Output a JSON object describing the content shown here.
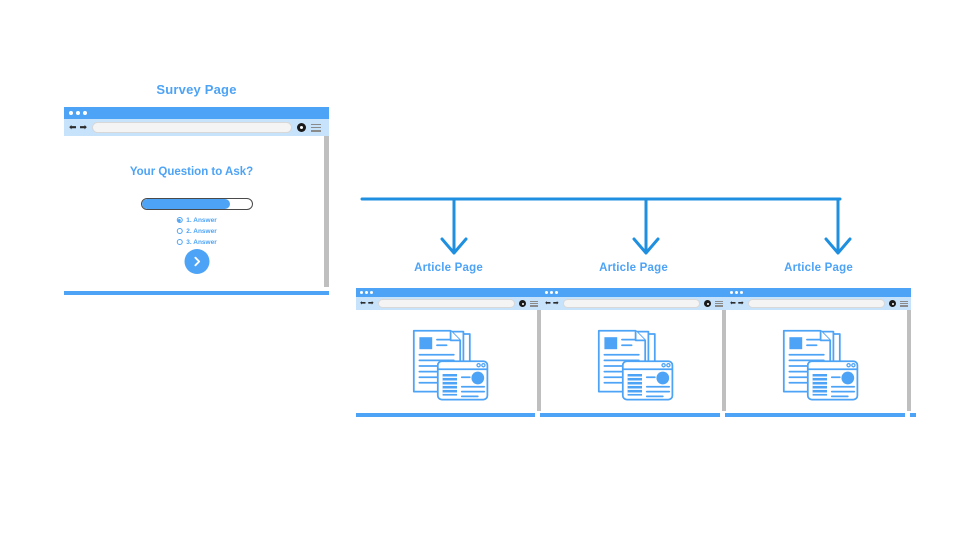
{
  "colors": {
    "primary_blue": "#4da3f5",
    "connector_blue": "#1f8fe0",
    "toolbar_blue": "#c7e2fb",
    "scrollbar_grey": "#bfbfbf",
    "background": "#ffffff"
  },
  "survey": {
    "label": "Survey Page",
    "browser": {
      "url_value": "",
      "url_placeholder": "",
      "back_icon": "back-arrow-icon",
      "forward_icon": "forward-arrow-icon",
      "account_icon": "account-circle-icon",
      "menu_icon": "hamburger-menu-icon",
      "window_dots": 3
    },
    "heading": "Your Question to Ask?",
    "progress_percent": 80,
    "options": [
      {
        "label": "1. Answer",
        "selected": true
      },
      {
        "label": "2. Answer",
        "selected": false
      },
      {
        "label": "3. Answer",
        "selected": false
      }
    ],
    "next_button": {
      "icon": "chevron-right-icon",
      "label": ""
    }
  },
  "flow": {
    "branch_count": 3,
    "arrow_icon": "arrow-down-icon"
  },
  "articles": [
    {
      "label": "Article Page",
      "browser": {
        "url_value": "",
        "back_icon": "back-arrow-icon",
        "forward_icon": "forward-arrow-icon",
        "account_icon": "account-circle-icon",
        "menu_icon": "hamburger-menu-icon",
        "window_dots": 3
      },
      "illustration": "article-documents-illustration"
    },
    {
      "label": "Article Page",
      "browser": {
        "url_value": "",
        "back_icon": "back-arrow-icon",
        "forward_icon": "forward-arrow-icon",
        "account_icon": "account-circle-icon",
        "menu_icon": "hamburger-menu-icon",
        "window_dots": 3
      },
      "illustration": "article-documents-illustration"
    },
    {
      "label": "Article Page",
      "browser": {
        "url_value": "",
        "back_icon": "back-arrow-icon",
        "forward_icon": "forward-arrow-icon",
        "account_icon": "account-circle-icon",
        "menu_icon": "hamburger-menu-icon",
        "window_dots": 3
      },
      "illustration": "article-documents-illustration"
    }
  ]
}
